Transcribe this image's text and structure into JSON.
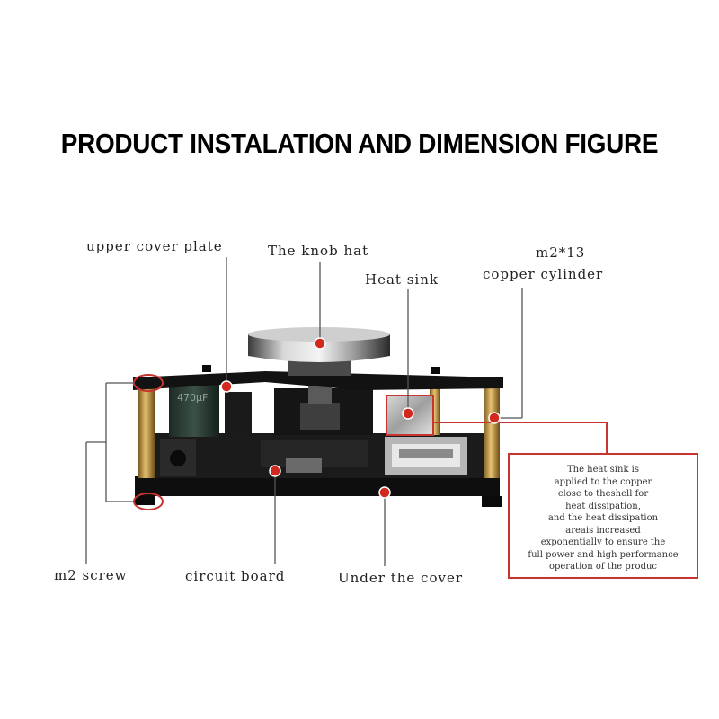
{
  "title": "PRODUCT INSTALATION AND DIMENSION FIGURE",
  "labels": {
    "upper_cover_plate": "upper cover plate",
    "knob_hat": "The knob hat",
    "heat_sink": "Heat sink",
    "copper_cylinder_spec": "m2*13",
    "copper_cylinder": "copper cylinder",
    "m2_screw": "m2 screw",
    "circuit_board": "circuit board",
    "under_cover": "Under the cover"
  },
  "note": {
    "lines": [
      "The heat sink is",
      "applied to the copper",
      "close to theshell for",
      "heat dissipation,",
      "and the heat dissipation",
      "areais increased",
      "exponentially to ensure the",
      "full power and high performance",
      "operation of the produc"
    ]
  },
  "capacitor_text": "470μF",
  "colors": {
    "accent": "#c8342f",
    "board": "#151515",
    "brass": "#c9a24a"
  }
}
